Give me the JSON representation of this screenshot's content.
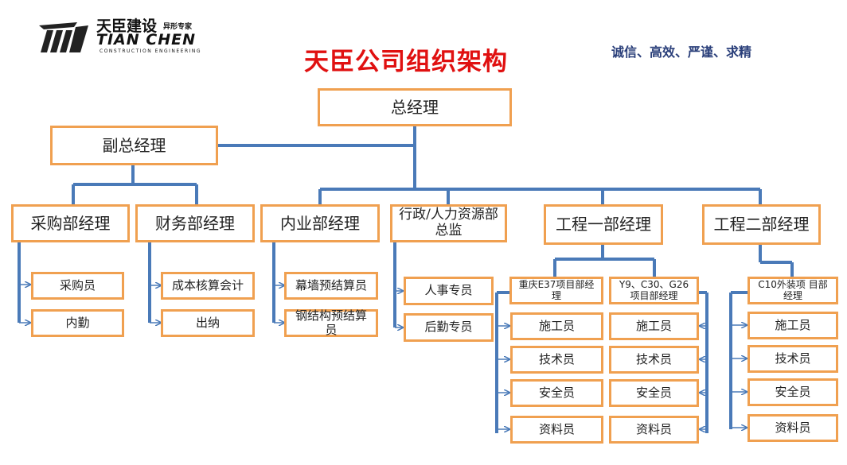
{
  "logo": {
    "cn": "天臣建设",
    "tag": "异形专家",
    "en": "TIAN CHEN",
    "sub": "CONSTRUCTION   ENGINEERING"
  },
  "title": "天臣公司组织架构",
  "slogan": "诚信、高效、严谨、求精",
  "nodes": {
    "ceo": "总经理",
    "vp": "副总经理",
    "purchase": "采购部经理",
    "finance": "财务部经理",
    "internal": "内业部经理",
    "admin": "行政/人力资源部总监",
    "eng1": "工程一部经理",
    "eng2": "工程二部经理",
    "buyer": "采购员",
    "neiqin": "内勤",
    "cost_acct": "成本核算会计",
    "cashier": "出纳",
    "curtain_budget": "幕墙预结算员",
    "steel_budget": "钢结构预结算员",
    "hr": "人事专员",
    "logistics": "后勤专员",
    "pm_cq": "重庆E37项目部经理",
    "pm_y9": "Y9、C30、G26项目部经理",
    "pm_c10": "C10外装项 目部经理",
    "worker": "施工员",
    "tech": "技术员",
    "safety": "安全员",
    "docs": "资料员"
  },
  "colors": {
    "border": "#f0a050",
    "line": "#4a7ab8",
    "title": "#e01010",
    "slogan": "#2a3f7a"
  }
}
